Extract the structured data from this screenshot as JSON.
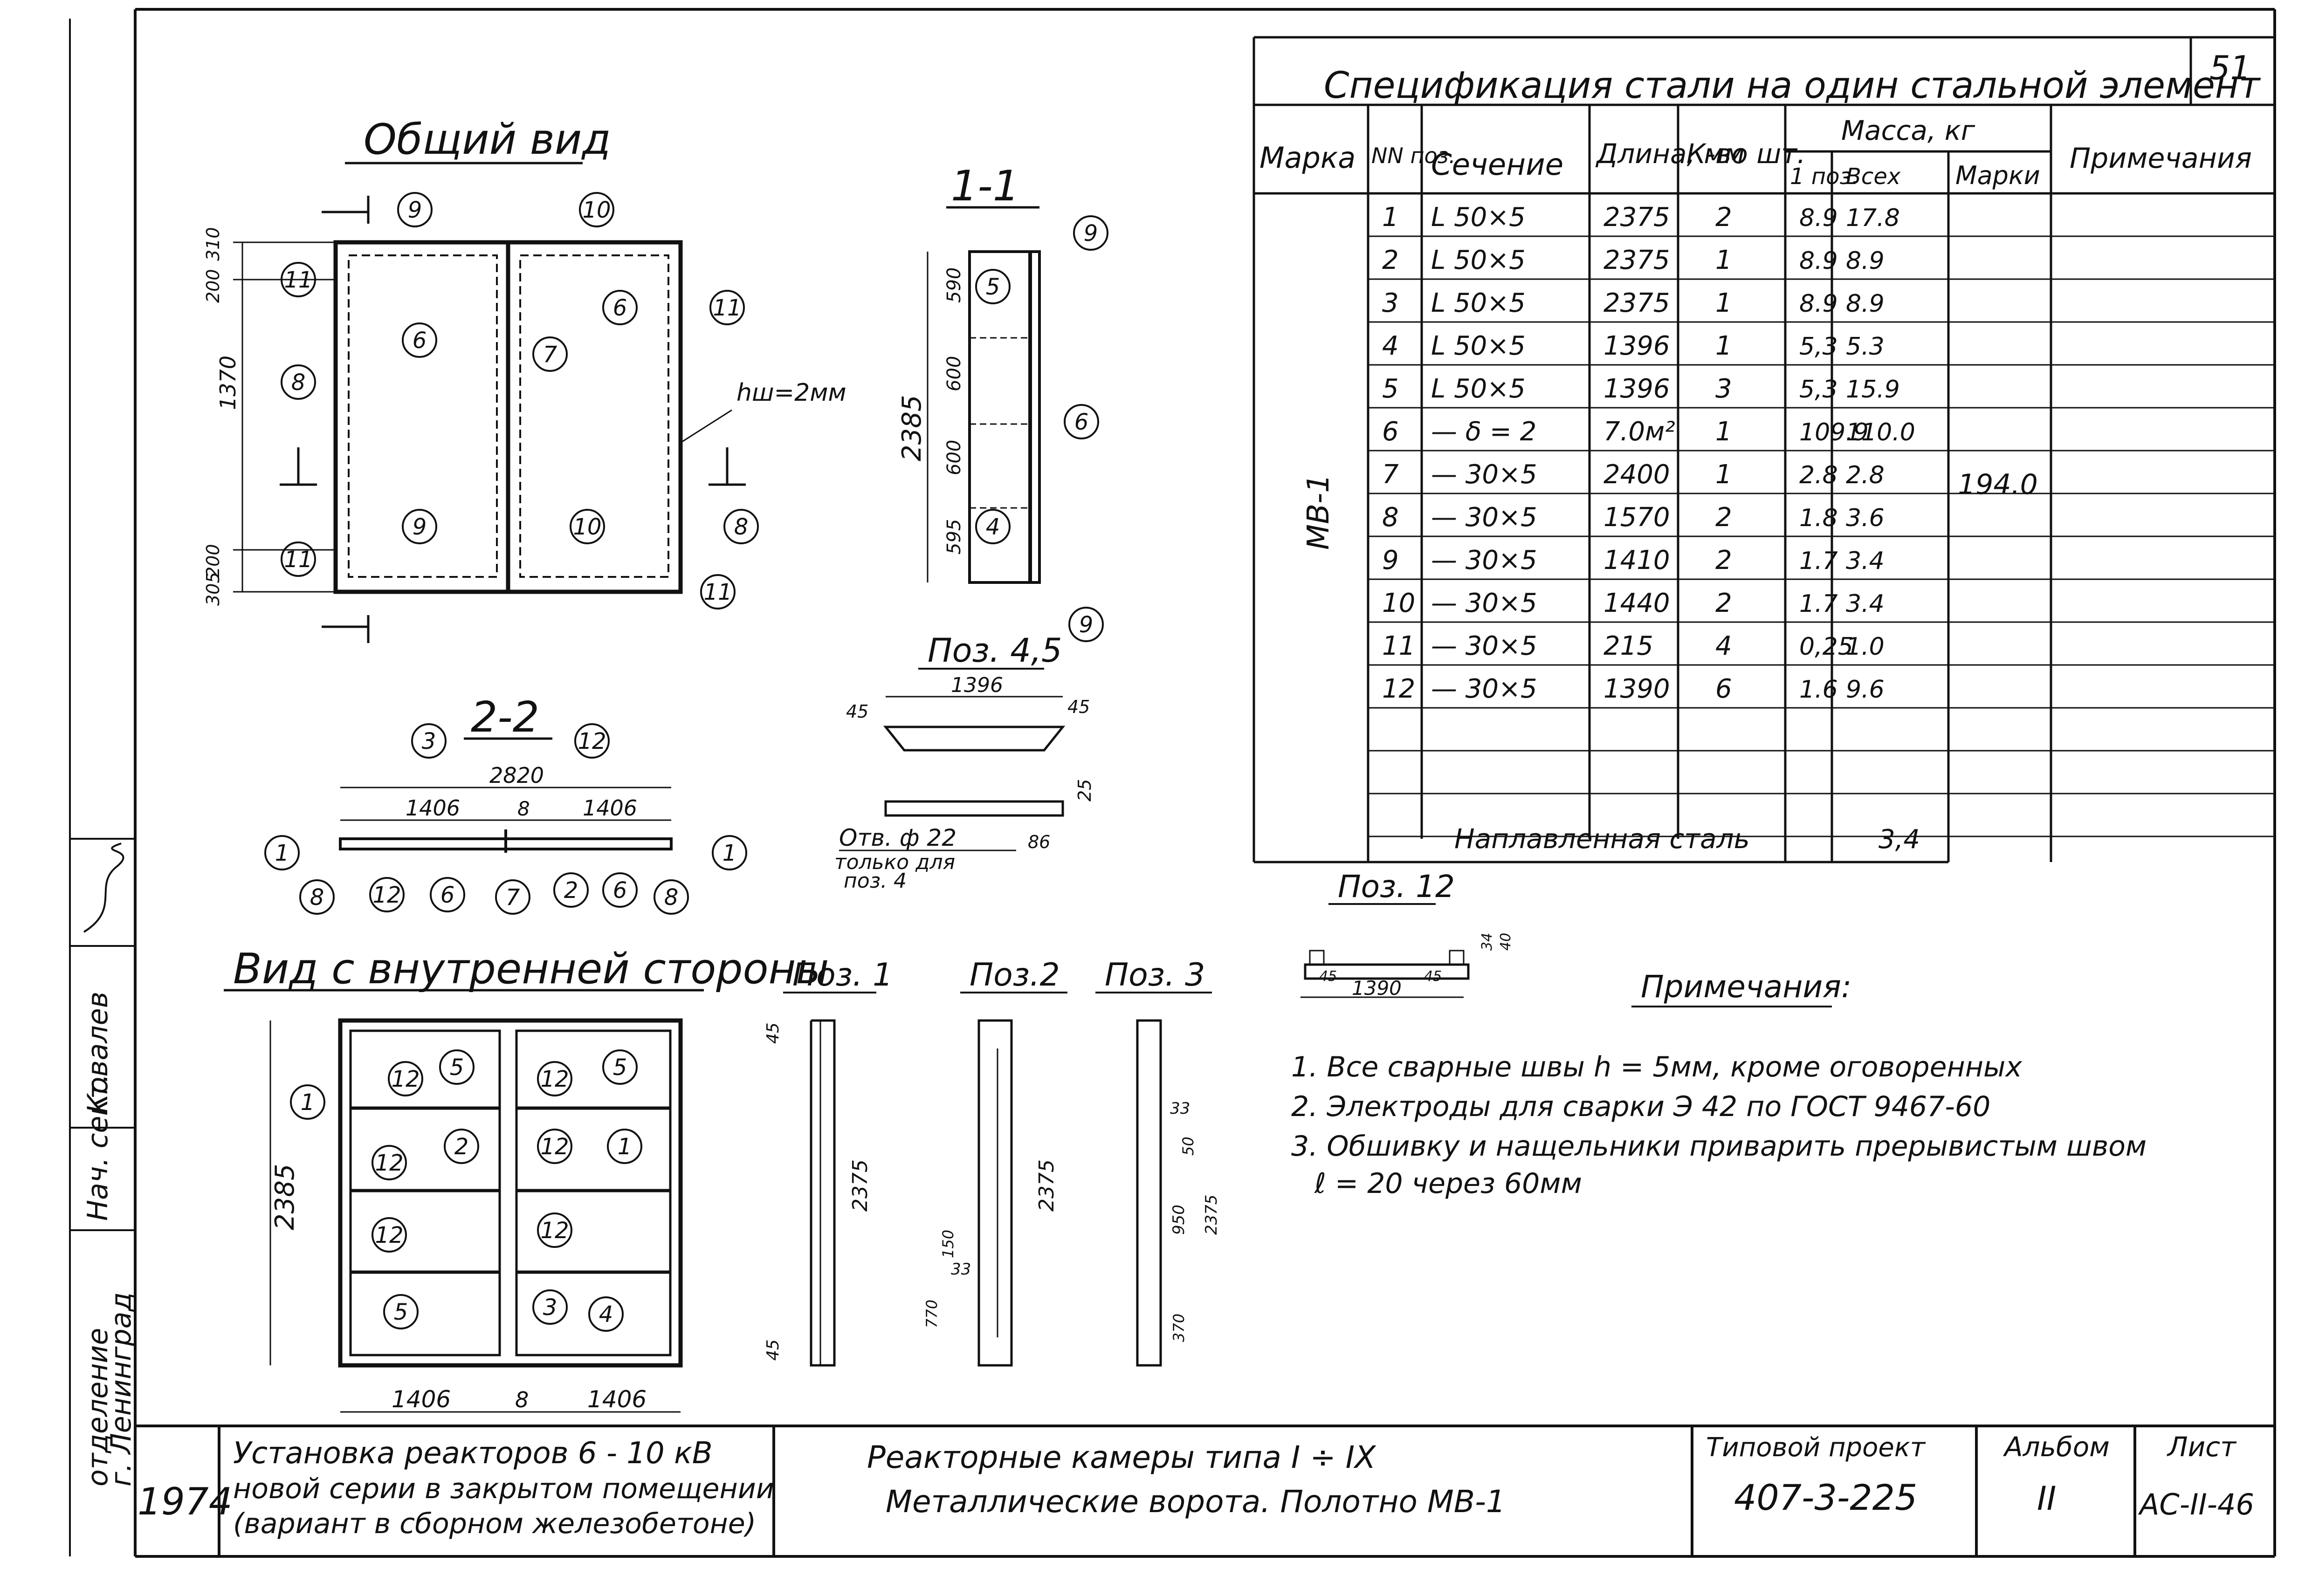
{
  "sheet_number": "51",
  "spec": {
    "title": "Спецификация стали на один стальной элемент",
    "headers": {
      "mark": "Марка",
      "pos": "NN поз.",
      "section": "Сечение",
      "length": "Длина, мм",
      "qty": "К-во шт.",
      "mass": "Масса, кг",
      "mass_one": "1 поз.",
      "mass_all": "Всех",
      "mass_mark": "Марки",
      "note": "Примечания"
    },
    "mark_value": "МВ-1",
    "mark_mass": "194.0",
    "rows": [
      {
        "pos": "1",
        "section": "L 50×5",
        "length": "2375",
        "qty": "2",
        "m1": "8.9",
        "mall": "17.8"
      },
      {
        "pos": "2",
        "section": "L 50×5",
        "length": "2375",
        "qty": "1",
        "m1": "8.9",
        "mall": "8.9"
      },
      {
        "pos": "3",
        "section": "L 50×5",
        "length": "2375",
        "qty": "1",
        "m1": "8.9",
        "mall": "8.9"
      },
      {
        "pos": "4",
        "section": "L 50×5",
        "length": "1396",
        "qty": "1",
        "m1": "5,3",
        "mall": "5.3"
      },
      {
        "pos": "5",
        "section": "L 50×5",
        "length": "1396",
        "qty": "3",
        "m1": "5,3",
        "mall": "15.9"
      },
      {
        "pos": "6",
        "section": "— δ = 2",
        "length": "7.0м²",
        "qty": "1",
        "m1": "109.9",
        "mall": "110.0"
      },
      {
        "pos": "7",
        "section": "— 30×5",
        "length": "2400",
        "qty": "1",
        "m1": "2.8",
        "mall": "2.8"
      },
      {
        "pos": "8",
        "section": "— 30×5",
        "length": "1570",
        "qty": "2",
        "m1": "1.8",
        "mall": "3.6"
      },
      {
        "pos": "9",
        "section": "— 30×5",
        "length": "1410",
        "qty": "2",
        "m1": "1.7",
        "mall": "3.4"
      },
      {
        "pos": "10",
        "section": "— 30×5",
        "length": "1440",
        "qty": "2",
        "m1": "1.7",
        "mall": "3.4"
      },
      {
        "pos": "11",
        "section": "— 30×5",
        "length": "215",
        "qty": "4",
        "m1": "0,25",
        "mall": "1.0"
      },
      {
        "pos": "12",
        "section": "— 30×5",
        "length": "1390",
        "qty": "6",
        "m1": "1.6",
        "mall": "9.6"
      }
    ],
    "weld_label": "Наплавленная сталь",
    "weld_mass": "3,4"
  },
  "views": {
    "general": "Общий вид",
    "section_11": "1-1",
    "section_22": "2-2",
    "inner": "Вид с внутренней стороны",
    "pos45": "Поз. 4,5",
    "pos12": "Поз. 12",
    "pos1": "Поз. 1",
    "pos2": "Поз.2",
    "pos3": "Поз. 3",
    "hw": "hш=2мм",
    "hole": "Отв. ф 22",
    "hole_only": "только для",
    "hole_pos": "поз. 4"
  },
  "dims": {
    "d2385": "2385",
    "d1370": "1370",
    "d200": "200",
    "d310": "310",
    "d305": "305",
    "d590": "590",
    "d600": "600",
    "d595": "595",
    "d2820": "2820",
    "d1406": "1406",
    "d8": "8",
    "d1396": "1396",
    "d45": "45",
    "d25": "25",
    "d86": "86",
    "d1390": "1390",
    "d34": "34",
    "d40": "40",
    "d2375": "2375",
    "d33": "33",
    "d50": "50",
    "d150": "150",
    "d770": "770",
    "d370": "370",
    "d950": "950"
  },
  "notes": {
    "title": "Примечания:",
    "items": [
      "1. Все сварные швы h = 5мм, кроме оговоренных",
      "2. Электроды для сварки Э 42 по ГОСТ 9467-60",
      "3. Обшивку и нащельники приварить прерывистым швом",
      "ℓ = 20 через 60мм"
    ]
  },
  "stamp": {
    "year": "1974",
    "title1": "Установка реакторов 6 - 10 кВ",
    "title2": "новой серии в закрытом помещении",
    "title3": "(вариант в сборном железобетоне)",
    "desc1": "Реакторные камеры типа I ÷ IX",
    "desc2": "Металлические ворота. Полотно МВ-1",
    "project_label": "Типовой проект",
    "project": "407-3-225",
    "album_label": "Альбом",
    "album": "II",
    "sheet_label": "Лист",
    "sheet": "АС-II-46"
  },
  "side": {
    "dept": "отделение",
    "city": "г. Ленинград",
    "role": "Нач. сект.",
    "name": "Ковалев"
  }
}
